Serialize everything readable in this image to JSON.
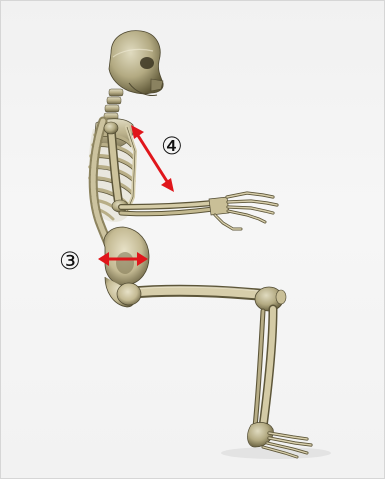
{
  "labels": {
    "marker_4": "④",
    "marker_3": "③"
  },
  "colors": {
    "background": "#f3f3f3",
    "bone_light": "#d9d3b4",
    "bone_mid": "#b8ae87",
    "bone_dark": "#6e6647",
    "arrow": "#e0161b"
  },
  "scene": "skeleton-seated-side-view"
}
